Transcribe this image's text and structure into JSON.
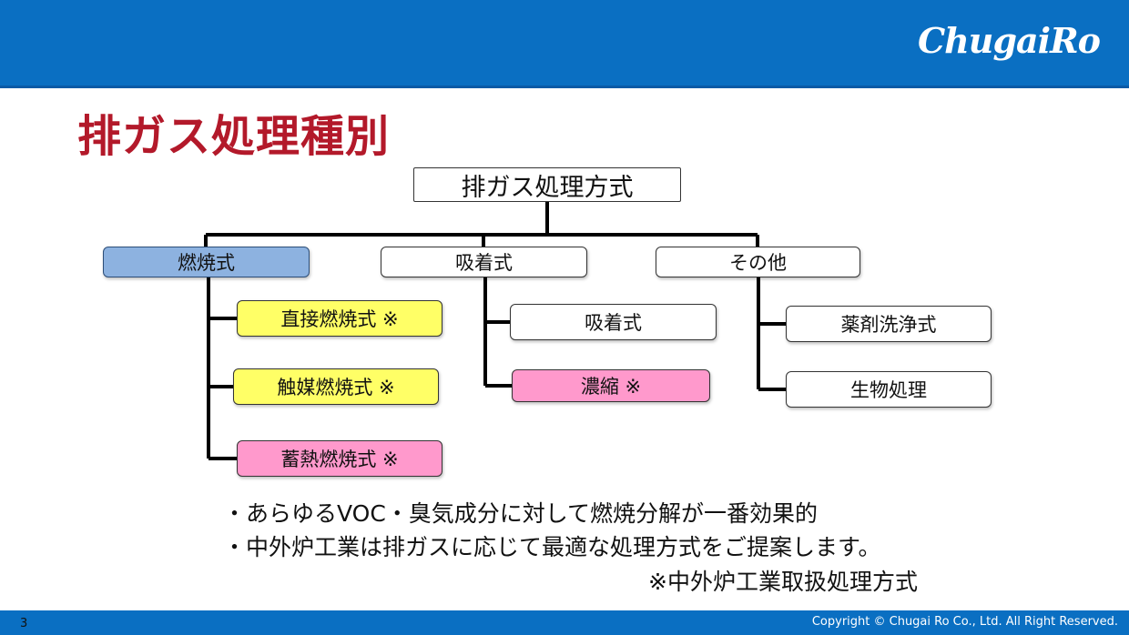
{
  "header": {
    "logo_text": "ChugaiRo"
  },
  "title": "排ガス処理種別",
  "tree": {
    "root": "排ガス処理方式",
    "categories": [
      {
        "label": "燃焼式",
        "children": [
          "直接燃焼式 ※",
          "触媒燃焼式 ※",
          "蓄熱燃焼式 ※"
        ]
      },
      {
        "label": "吸着式",
        "children": [
          "吸着式",
          "濃縮 ※"
        ]
      },
      {
        "label": "その他",
        "children": [
          "薬剤洗浄式",
          "生物処理"
        ]
      }
    ]
  },
  "notes": [
    "・あらゆるVOC・臭気成分に対して燃焼分解が一番効果的",
    "・中外炉工業は排ガスに応じて最適な処理方式をご提案します。",
    "※中外炉工業取扱処理方式"
  ],
  "footer": {
    "page_number": "3",
    "copyright": "Copyright © Chugai Ro Co., Ltd. All Right Reserved."
  },
  "colors": {
    "header_blue": "#0a6fc2",
    "title_red": "#b3192a",
    "box_blue": "#8db2e0",
    "box_yellow": "#ffff66",
    "box_pink": "#ff99cc"
  }
}
